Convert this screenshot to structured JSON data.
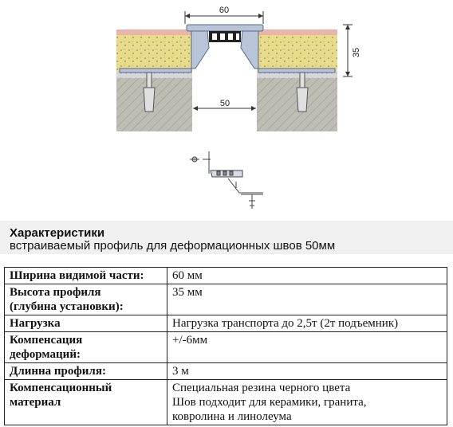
{
  "drawing": {
    "dimension_top": "60",
    "dimension_right": "35",
    "dimension_gap": "50"
  },
  "header": {
    "title": "Характеристики",
    "subtitle": "встраиваемый профиль для деформационных швов 50мм"
  },
  "specs": [
    {
      "label": [
        "Ширина видимой части:"
      ],
      "value": [
        "60 мм"
      ]
    },
    {
      "label": [
        "Высота профиля",
        "(глубина установки):"
      ],
      "value": [
        "35 мм"
      ]
    },
    {
      "label": [
        "Нагрузка"
      ],
      "value": [
        "Нагрузка транспорта до 2,5т (2т подъемник)"
      ]
    },
    {
      "label": [
        "Компенсация",
        "деформаций:"
      ],
      "value": [
        "+/-6мм"
      ]
    },
    {
      "label": [
        "Длинна профиля:"
      ],
      "value": [
        "3 м"
      ]
    },
    {
      "label": [
        "Компенсационный",
        "материал"
      ],
      "value": [
        "Специальная резина черного цвета",
        "Шов подходит для керамики, гранита,",
        "ковролина и линолеума"
      ]
    }
  ]
}
